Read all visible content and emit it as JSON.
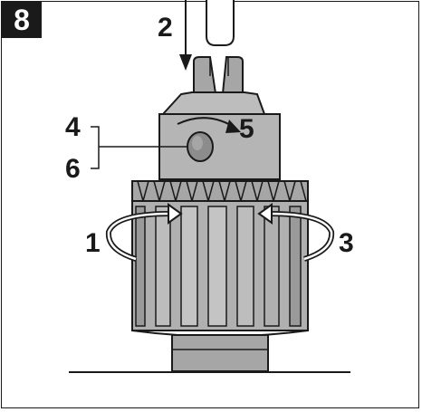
{
  "figure": {
    "number": "8"
  },
  "callouts": {
    "c1": "1",
    "c2": "2",
    "c3": "3",
    "c4": "4",
    "c5": "5",
    "c6": "6"
  },
  "colors": {
    "ink": "#1a1a1a",
    "metal_light": "#bdbdbd",
    "metal_mid": "#a6a6a6",
    "metal_dark": "#8c8c8c",
    "background": "#ffffff"
  }
}
